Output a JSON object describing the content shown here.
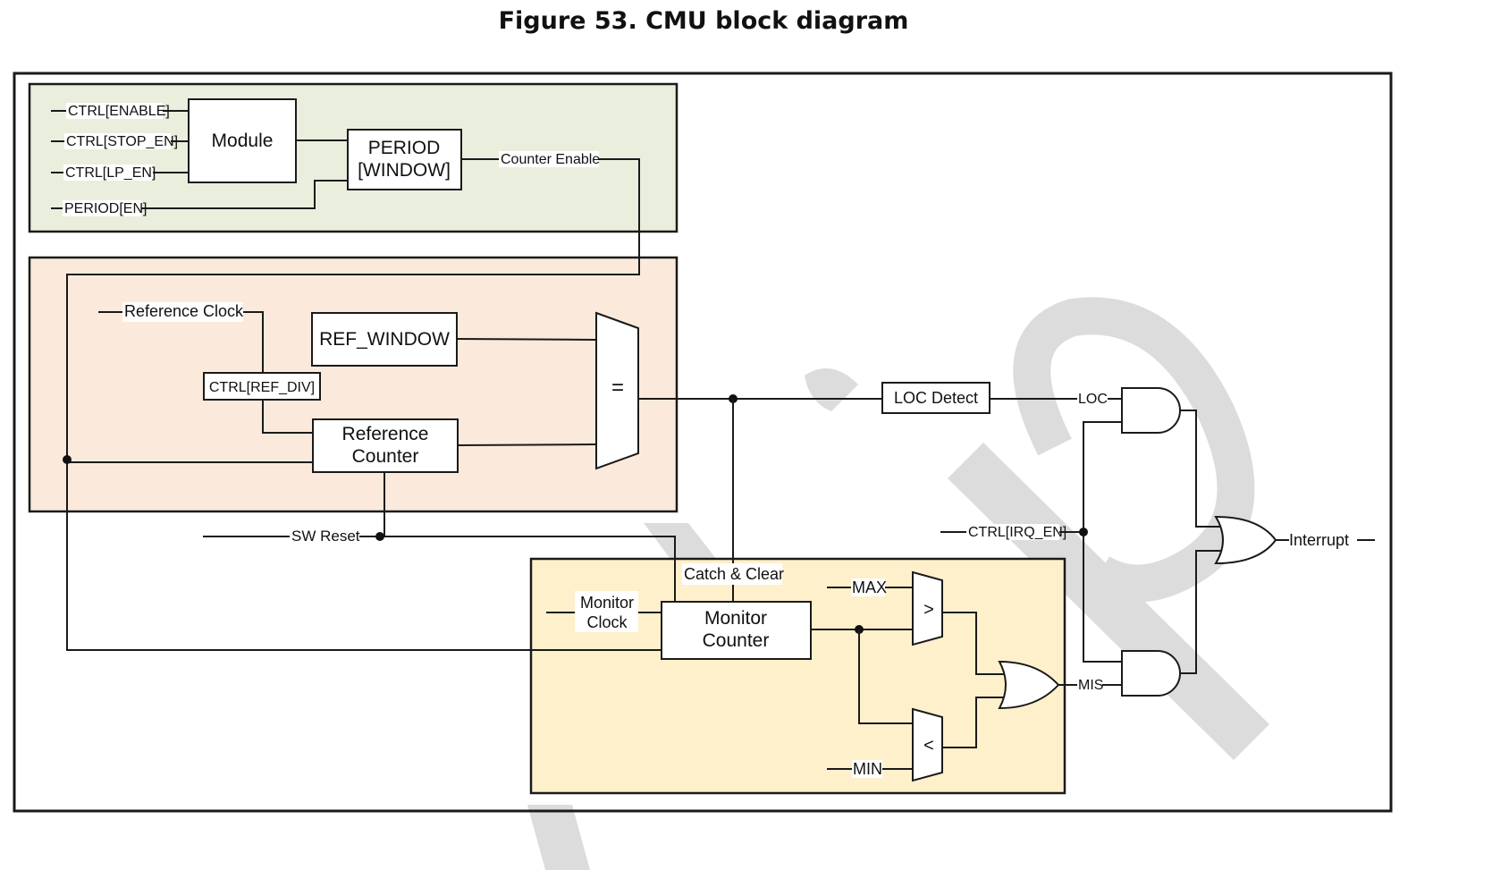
{
  "figure": {
    "title": "Figure 53. CMU block diagram"
  },
  "colors": {
    "enable_region": "#eaeedd",
    "reference_region": "#fbeadb",
    "monitor_region": "#fff0cc",
    "watermark": "#dcdcdc",
    "line": "#1a1a1a"
  },
  "enable_section": {
    "inputs": [
      "CTRL[ENABLE]",
      "CTRL[STOP_EN]",
      "CTRL[LP_EN]",
      "PERIOD[EN]"
    ],
    "module_block": "Module",
    "period_block_line1": "PERIOD",
    "period_block_line2": "[WINDOW]",
    "output_signal": "Counter Enable"
  },
  "reference_section": {
    "clock_input": "Reference Clock",
    "divider_block": "CTRL[REF_DIV]",
    "window_block": "REF_WINDOW",
    "counter_line1": "Reference",
    "counter_line2": "Counter",
    "comparator_symbol": "="
  },
  "signals": {
    "sw_reset": "SW Reset",
    "catch_clear": "Catch & Clear",
    "irq_enable": "CTRL[IRQ_EN]",
    "loc": "LOC",
    "mis": "MIS",
    "interrupt": "Interrupt"
  },
  "loc_detect_block": "LOC Detect",
  "monitor_section": {
    "clock_line1": "Monitor",
    "clock_line2": "Clock",
    "counter_line1": "Monitor",
    "counter_line2": "Counter",
    "max_input": "MAX",
    "min_input": "MIN",
    "greater_symbol": ">",
    "less_symbol": "<"
  }
}
